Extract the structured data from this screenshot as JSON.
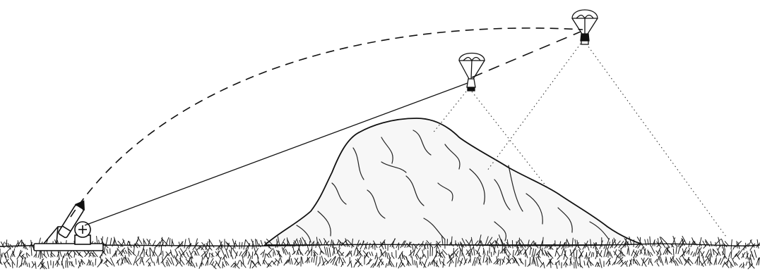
{
  "diagram": {
    "description_free": true,
    "elements": {
      "launcher": "launcher-icon",
      "radar": "radar-dish-icon",
      "hill": "hill-icon",
      "parachute_near": "parachute-icon",
      "parachute_far": "parachute-icon",
      "ground": "ground-grass",
      "trajectory": "dashed-arc",
      "guide_line": "solid-line",
      "sensor_cones": "dotted-lines"
    },
    "colors": {
      "ink": "#111111",
      "paper": "#ffffff",
      "hill_fill": "#f7f7f7"
    }
  }
}
